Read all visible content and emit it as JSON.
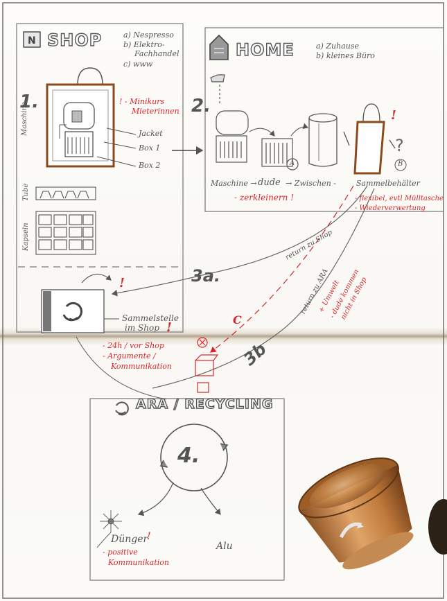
{
  "shop": {
    "title": "SHOP",
    "options": [
      "a) Nespresso",
      "b) Elektro-",
      "Fachhandel",
      "c) www"
    ],
    "step": "1.",
    "note_red": [
      "! - Minikurs",
      "Mieterinnen"
    ],
    "machine_label": "Maschine",
    "items": [
      "Jacket",
      "Box 1",
      "Box 2"
    ],
    "tube_label": "Tube",
    "capsules_label": "Kapseln",
    "collection_label": [
      "Sammelstelle",
      "im Shop"
    ],
    "collection_red": [
      "- 24h / vor Shop",
      "- Argumente /",
      "Kommunikation"
    ]
  },
  "home": {
    "title": "HOME",
    "options": [
      "a) Zuhause",
      "b) kleines Büro"
    ],
    "step": "2.",
    "flow": [
      "Maschine →",
      "dude",
      "→ Zwischen -",
      "Sammelbehälter"
    ],
    "label_a": "A",
    "label_b": "B",
    "red_zerkleinern": "- zerkleinern !",
    "red_notes": [
      "- flexibel, evtl Mülltasche",
      "- Wiederverwertung"
    ]
  },
  "flows": {
    "step_3a": "3a.",
    "step_3b": "3b",
    "label_c": "C",
    "return_shop": "return zu Shop",
    "return_ara": "return zu ARA",
    "red_plus_minus": [
      "+ Umwelt",
      "- dude kommen",
      "nicht in Shop"
    ]
  },
  "ara": {
    "title": "ARA / RECYCLING",
    "step": "4.",
    "duenger": "Dünger",
    "duenger_red": [
      "- positive",
      "Kommunikation"
    ],
    "alu": "Alu"
  },
  "colors": {
    "pencil": "#555555",
    "red_ink": "#d8262a",
    "capsule": "#b77a3e"
  }
}
